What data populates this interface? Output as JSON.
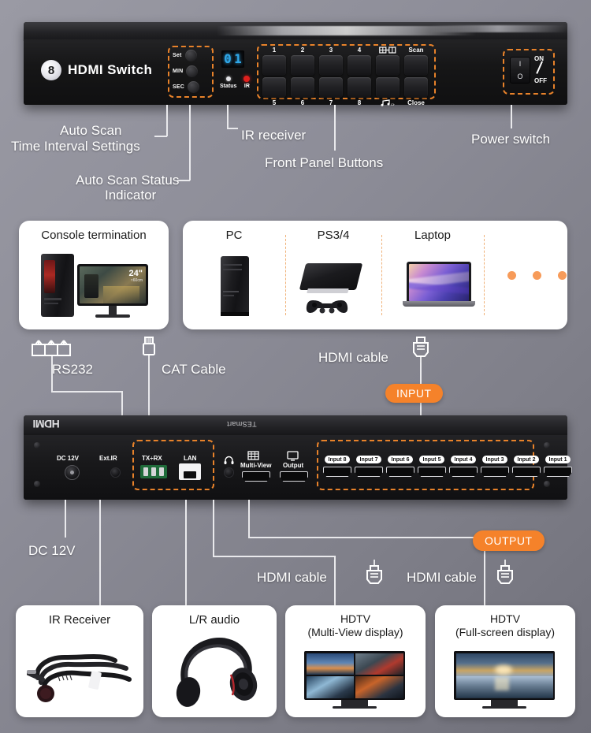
{
  "product": {
    "brand_logo_letter": "8",
    "brand_name": "HDMI Switch",
    "top_brand": "TESmart",
    "rear_brand": "HDMI",
    "rear_sub_brand": "TESmart"
  },
  "front_panel": {
    "timer_buttons": [
      {
        "label": "Set",
        "name": "set-button"
      },
      {
        "label": "MIN",
        "name": "min-button"
      },
      {
        "label": "SEC",
        "name": "sec-button"
      }
    ],
    "display_digits": [
      "0",
      "1"
    ],
    "status_led_label": "Status",
    "ir_led_label": "IR",
    "buttons_row1": [
      "1",
      "2",
      "3",
      "4",
      "",
      "Scan"
    ],
    "buttons_row2": [
      "5",
      "6",
      "7",
      "8",
      "",
      "Close"
    ],
    "multiview_icon_label": "multiview-icon",
    "audio_icon_label": "audio-note-icon",
    "power_switch": {
      "on": "ON",
      "off": "OFF",
      "symbol_on": "I",
      "symbol_off": "O"
    }
  },
  "front_callouts": {
    "auto_scan_time": "Auto Scan\nTime Interval Settings",
    "auto_scan_time_l1": "Auto Scan",
    "auto_scan_time_l2": "Time Interval Settings",
    "auto_scan_status_l1": "Auto Scan Status",
    "auto_scan_status_l2": "Indicator",
    "ir_receiver": "IR receiver",
    "front_panel_buttons": "Front Panel Buttons",
    "power_switch": "Power switch"
  },
  "source_cards": [
    {
      "title": "Console termination",
      "name": "card-console-termination"
    },
    {
      "title": "PC",
      "name": "card-pc"
    },
    {
      "title": "PS3/4",
      "name": "card-ps34"
    },
    {
      "title": "Laptop",
      "name": "card-laptop"
    }
  ],
  "monitor_badge": {
    "size": "24\"",
    "metric": "≈60cm"
  },
  "cable_labels": {
    "rs232": "RS232",
    "cat_cable": "CAT Cable",
    "hdmi_cable": "HDMI cable",
    "hdmi_cable_out_1": "HDMI cable",
    "hdmi_cable_out_2": "HDMI cable"
  },
  "badges": {
    "input": "INPUT",
    "output": "OUTPUT"
  },
  "rear_panel": {
    "dc_label": "DC 12V",
    "ext_ir_label": "Ext.IR",
    "tx_rx_label": "TX÷RX",
    "lan_label": "LAN",
    "audio_label": "",
    "multiview_label": "Multi-View",
    "output_label": "Output",
    "input_ports": [
      "Input 8",
      "Input 7",
      "Input 6",
      "Input 5",
      "Input 4",
      "Input 3",
      "Input 2",
      "Input 1"
    ]
  },
  "rear_callouts": {
    "dc_12v": "DC 12V"
  },
  "peripheral_cards": [
    {
      "title": "IR Receiver",
      "name": "card-ir-receiver",
      "line2": ""
    },
    {
      "title": "L/R audio",
      "name": "card-lr-audio",
      "line2": ""
    },
    {
      "title": "HDTV",
      "line2": "(Multi-View display)",
      "name": "card-hdtv-multiview"
    },
    {
      "title": "HDTV",
      "line2": "(Full-screen display)",
      "name": "card-hdtv-fullscreen"
    }
  ],
  "colors": {
    "accent": "#f5822a",
    "dash": "#e8822a",
    "led_red": "#e0201d",
    "display_blue": "#2fa7e8"
  }
}
